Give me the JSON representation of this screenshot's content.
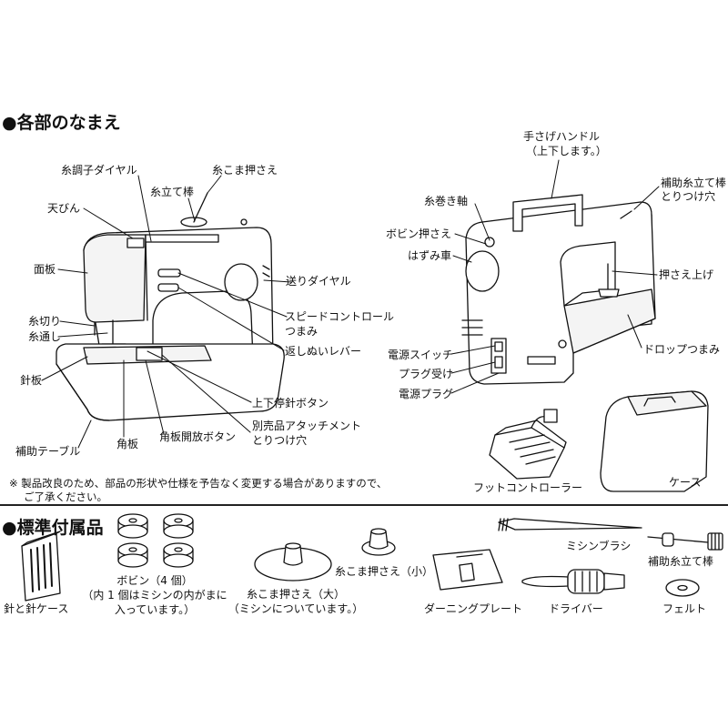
{
  "sections": {
    "parts_title": "●各部のなまえ",
    "accessories_title": "●標準付属品"
  },
  "labels": {
    "thread_dial": "糸調子ダイヤル",
    "spool_cap_left": "糸こま押さえ",
    "spool_pin": "糸立て棒",
    "take_up_lever": "天びん",
    "face_plate": "面板",
    "feed_dial": "送りダイヤル",
    "thread_cutter": "糸切り",
    "needle_threader": "糸通し",
    "speed_control_1": "スピードコントロール",
    "speed_control_2": "つまみ",
    "reverse_lever": "返しぬいレバー",
    "needle_plate": "針板",
    "needle_stop_button": "上下停針ボタン",
    "attachment_mount_1": "別売品アタッチメント",
    "attachment_mount_2": "とりつけ穴",
    "aux_table": "補助テーブル",
    "square_plate": "角板",
    "plate_release_button": "角板開放ボタン",
    "carry_handle_1": "手さげハンドル",
    "carry_handle_2": "（上下します。）",
    "aux_spool_mount_1": "補助糸立て棒",
    "aux_spool_mount_2": "とりつけ穴",
    "bobbin_winder": "糸巻き軸",
    "bobbin_stopper": "ボビン押さえ",
    "handwheel": "はずみ車",
    "presser_lifter": "押さえ上げ",
    "drop_knob": "ドロップつまみ",
    "power_switch": "電源スイッチ",
    "plug_socket": "プラグ受け",
    "power_plug": "電源プラグ",
    "foot_controller": "フットコントローラー",
    "case": "ケース"
  },
  "notice": {
    "line1": "※  製品改良のため、部品の形状や仕様を予告なく変更する場合がありますので、",
    "line2": "ご了承ください。"
  },
  "accessories": {
    "needles": "針と針ケース",
    "bobbins_1": "ボビン（4 個）",
    "bobbins_2": "（内 1 個はミシンの内がまに",
    "bobbins_3": "入っています。）",
    "spool_cap_large_1": "糸こま押さえ（大）",
    "spool_cap_large_2": "（ミシンについています。）",
    "spool_cap_small": "糸こま押さえ（小）",
    "darning_plate": "ダーニングプレート",
    "brush": "ミシンブラシ",
    "screwdriver": "ドライバー",
    "aux_spool_pin": "補助糸立て棒",
    "felt": "フェルト"
  },
  "colors": {
    "ink": "#111111",
    "background": "#ffffff",
    "fill": "#f4f4f4"
  }
}
